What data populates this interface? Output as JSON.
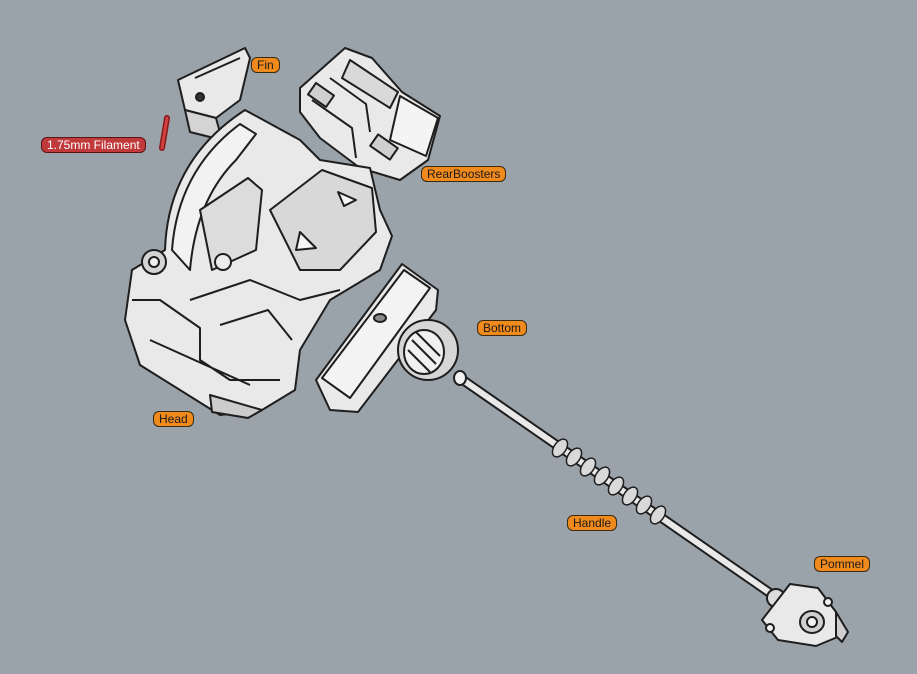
{
  "viewport": {
    "background": "#9aa2aa",
    "part_fill": "#e9e9e9",
    "part_stroke": "#1e1e1e",
    "label_orange": "#f08a1c",
    "label_red": "#c0393b"
  },
  "labels": {
    "fin": "Fin",
    "filament": "1.75mm Filament",
    "rear_boosters": "RearBoosters",
    "bottom": "Bottom",
    "head": "Head",
    "handle": "Handle",
    "pommel": "Pommel"
  }
}
